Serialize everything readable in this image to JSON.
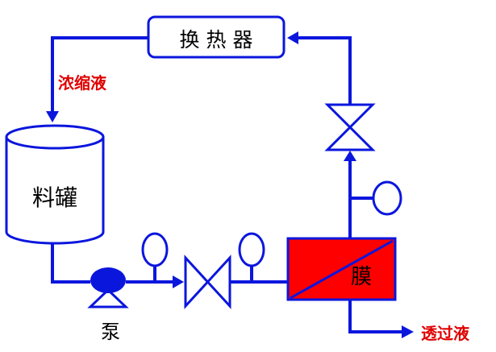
{
  "labels": {
    "heat_exchanger": "换 热 器",
    "concentrate": "浓缩液",
    "tank": "料罐",
    "pump": "泵",
    "membrane": "膜",
    "permeate": "透过液"
  },
  "colors": {
    "line": "#0b16dd",
    "red_text": "#e00000",
    "membrane_fill": "#ff0000",
    "pump_fill": "#0b16dd",
    "text": "#000000"
  },
  "icons": {
    "pump": "pump-symbol",
    "valve": "gate-valve-symbol",
    "gauge": "pressure-gauge-symbol"
  }
}
